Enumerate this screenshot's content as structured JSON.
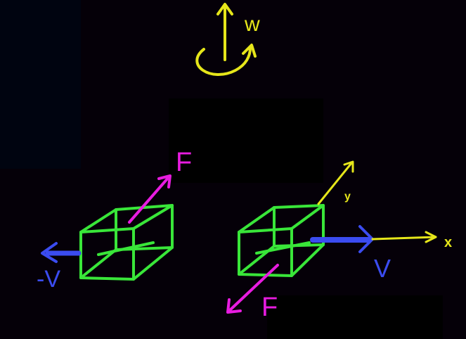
{
  "labels": {
    "w": "w",
    "force_left": "F",
    "force_right": "F",
    "velocity_left": "-V",
    "velocity_right": "V",
    "x_axis": "x",
    "y_axis": "y"
  },
  "colors": {
    "background": "#050008",
    "cube": "#39e639",
    "force": "#e81ce0",
    "velocity": "#3b4cf0",
    "axis": "#e6e61a",
    "rotation": "#e6e61a"
  },
  "icons": [
    "rotation-arrow-icon",
    "cube-icon",
    "force-arrow-icon",
    "velocity-arrow-icon",
    "axis-arrow-icon"
  ]
}
